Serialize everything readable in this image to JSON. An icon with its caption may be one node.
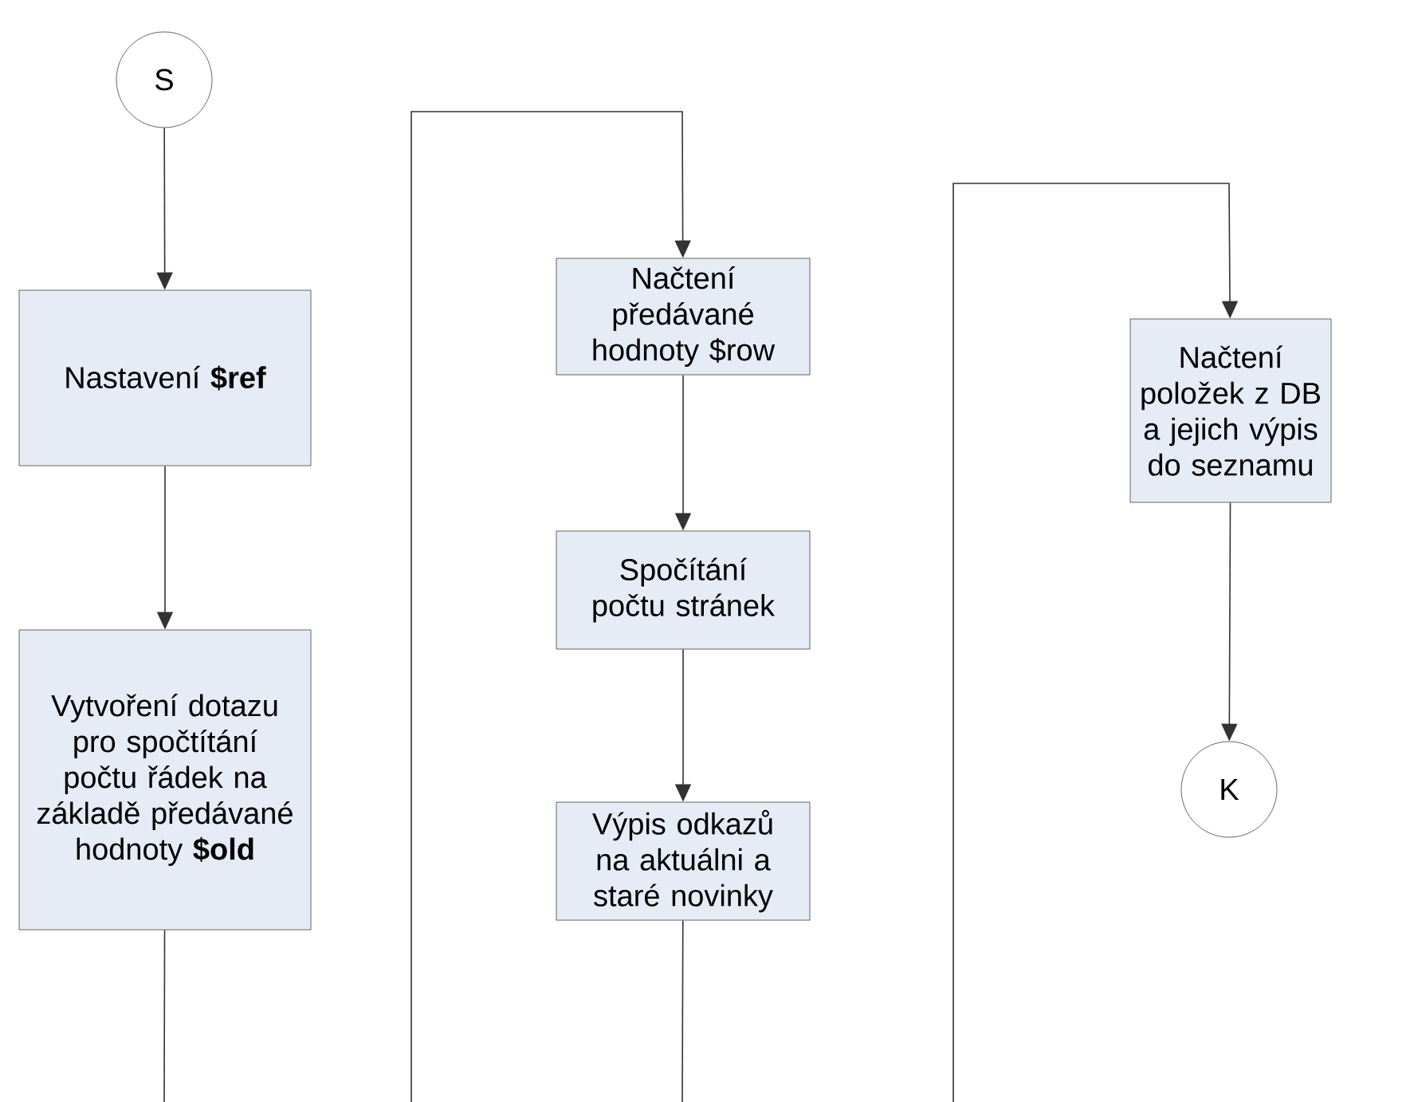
{
  "diagram": {
    "nodes": [
      {
        "text": [
          "S"
        ]
      },
      {
        "text": [
          "Nastavení **$ref**"
        ]
      },
      {
        "text": [
          "Vytvoření dotazu pro spočtítání počtu řádek na základě předávané hodnoty **$old**"
        ]
      },
      {
        "text": [
          "Načtení předávané hodnoty $row"
        ]
      },
      {
        "text": [
          "Spočítání počtu stránek"
        ]
      },
      {
        "text": [
          "Výpis odkazů na aktuálni a staré novinky"
        ]
      },
      {
        "text": [
          "Načtení položek z DB a jejich výpis do seznamu"
        ]
      },
      {
        "text": [
          "K"
        ]
      }
    ],
    "edges": [
      {
        "from": 0,
        "to": 1,
        "arrow": "to"
      },
      {
        "from": 1,
        "to": 2,
        "arrow": "to"
      },
      {
        "from": 2,
        "to": null,
        "arrow": "none"
      },
      {
        "from": null,
        "to": 3,
        "arrow": "to"
      },
      {
        "from": 3,
        "to": 4,
        "arrow": "to"
      },
      {
        "from": 4,
        "to": 5,
        "arrow": "to"
      },
      {
        "from": 5,
        "to": null,
        "arrow": "none"
      },
      {
        "from": null,
        "to": 6,
        "arrow": "to"
      },
      {
        "from": 6,
        "to": 7,
        "arrow": "to"
      }
    ]
  }
}
